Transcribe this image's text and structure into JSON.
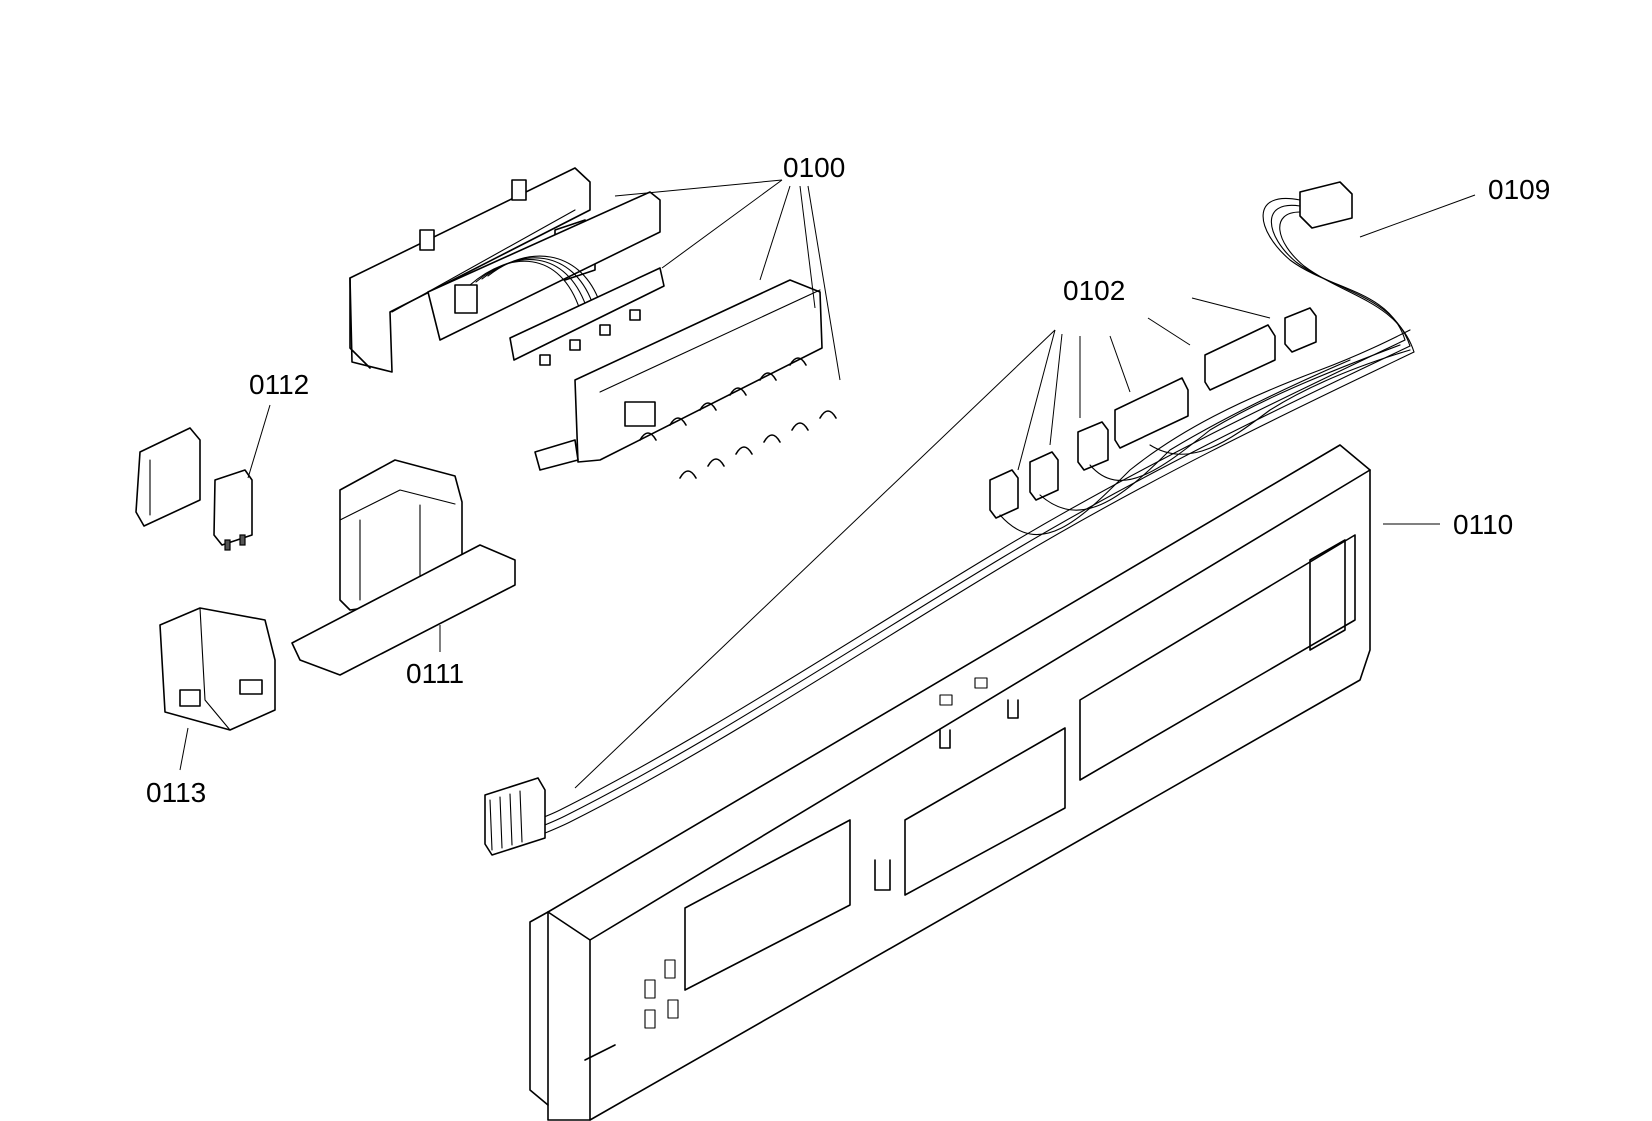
{
  "labels": {
    "p0100": "0100",
    "p0102": "0102",
    "p0109": "0109",
    "p0110": "0110",
    "p0111": "0111",
    "p0112": "0112",
    "p0113": "0113"
  }
}
